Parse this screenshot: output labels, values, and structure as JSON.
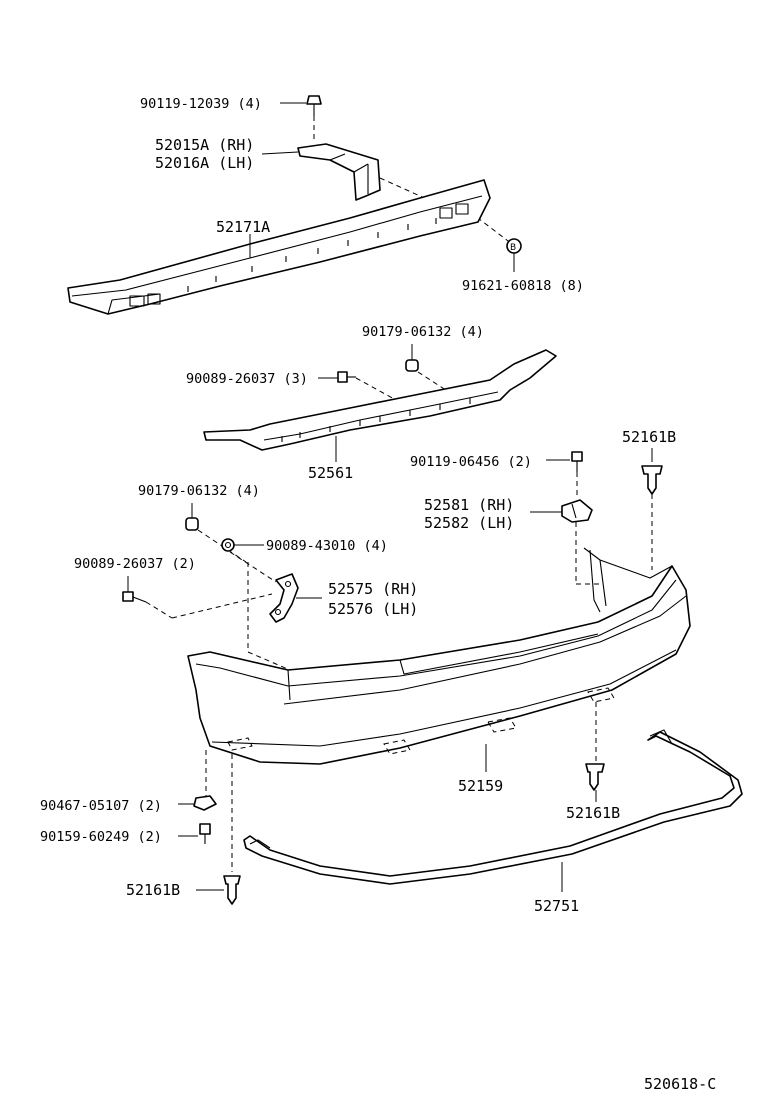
{
  "figure_code": "520618-C",
  "labels": {
    "bolt_top": "90119-12039 (4)",
    "bracket_rh": "52015A (RH)",
    "bracket_lh": "52016A (LH)",
    "reinforcement": "52171A",
    "nut_b": "91621-60818 (8)",
    "nut_upper": "90179-06132 (4)",
    "bolt_upper": "90089-26037 (3)",
    "absorber": "52561",
    "bolt_right": "90119-06456 (2)",
    "clip_right_top": "52161B",
    "nut_left": "90179-06132 (4)",
    "retainer_rh": "52581 (RH)",
    "retainer_lh": "52582 (LH)",
    "washer_left": "90089-43010 (4)",
    "bolt_left": "90089-26037 (2)",
    "support_rh": "52575 (RH)",
    "support_lh": "52576 (LH)",
    "nut_clip": "90467-05107 (2)",
    "screw": "90159-60249 (2)",
    "cover": "52159",
    "clip_right_bottom": "52161B",
    "clip_left": "52161B",
    "moulding": "52751"
  }
}
